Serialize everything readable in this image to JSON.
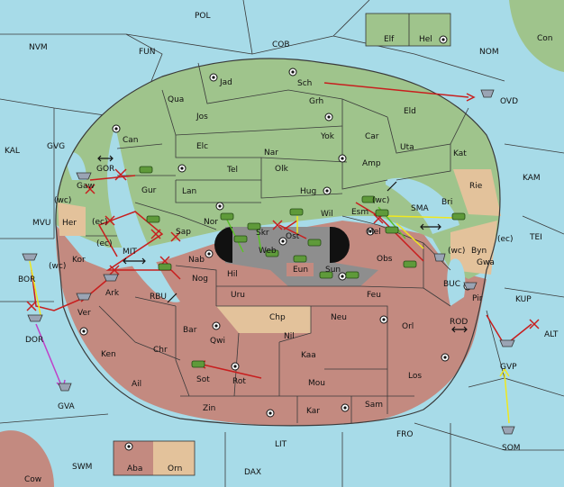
{
  "map_title": "",
  "colors": {
    "sea": "#a7dbe8",
    "green_power": "#9fc48c",
    "red_power": "#c38a80",
    "neutral": "#e3c29b",
    "impassable": "#8e8e8e",
    "order_red": "#c81e1e",
    "order_yellow": "#f0e81e",
    "order_green": "#5cc02a",
    "order_magenta": "#c040c8"
  },
  "sea_labels": {
    "pol": "POL",
    "fun": "FUN",
    "cob": "COB",
    "nvm": "NVM",
    "nom": "NOM",
    "kal": "KAL",
    "gvg": "GVG",
    "gor": "GOR",
    "mvu": "MVU",
    "mit": "MIT",
    "bor": "BOR",
    "dor": "DOR",
    "gva": "GVA",
    "rbu": "RBU",
    "sma": "SMA",
    "buc": "BUC",
    "rod": "ROD",
    "kup": "KUP",
    "alt": "ALT",
    "gvp": "GVP",
    "tei": "TEI",
    "kam": "KAM",
    "con": "Con",
    "ovd": "OVD",
    "fro": "FRO",
    "som": "SOM",
    "lit": "LIT",
    "swm": "SWM",
    "dax": "DAX",
    "cow": "Cow"
  },
  "land_labels": {
    "elf": "Elf",
    "hel": "Hel",
    "jad": "Jad",
    "sch": "Sch",
    "qua": "Qua",
    "jos": "Jos",
    "grh": "Grh",
    "eld": "Eld",
    "can": "Can",
    "elc": "Elc",
    "nar": "Nar",
    "yok": "Yok",
    "car": "Car",
    "uta": "Uta",
    "kat": "Kat",
    "gaw": "Gaw",
    "gur": "Gur",
    "tel": "Tel",
    "olk": "Olk",
    "amp": "Amp",
    "lan": "Lan",
    "hug": "Hug",
    "rie": "Rie",
    "bri": "Bri",
    "her": "Her",
    "nor": "Nor",
    "skr": "Skr",
    "wil": "Wil",
    "esm": "Esm",
    "sap": "Sap",
    "web": "Web",
    "ost": "Ost",
    "mel": "Mel",
    "kor": "Kor",
    "nab": "Nab",
    "eun": "Eun",
    "obs": "Obs",
    "byn": "Byn",
    "gwa": "Gwa",
    "hil": "Hil",
    "sun": "Sun",
    "nog": "Nog",
    "ark": "Ark",
    "uru": "Uru",
    "feu": "Feu",
    "pir": "Pir",
    "ver": "Ver",
    "chp": "Chp",
    "neu": "Neu",
    "orl": "Orl",
    "bar": "Bar",
    "qwi": "Qwi",
    "nil": "Nil",
    "ken": "Ken",
    "chr": "Chr",
    "kaa": "Kaa",
    "los": "Los",
    "ail": "Ail",
    "sot": "Sot",
    "rot": "Rot",
    "mou": "Mou",
    "zin": "Zin",
    "kar": "Kar",
    "sam": "Sam",
    "aba": "Aba",
    "orn": "Orn"
  },
  "coast_tags": {
    "wc1": "(wc)",
    "ec1": "(ec)",
    "ec2": "(ec)",
    "wc2": "(wc)",
    "wc3": "(wc)",
    "ec3": "(ec)",
    "wc4": "(wc)"
  }
}
